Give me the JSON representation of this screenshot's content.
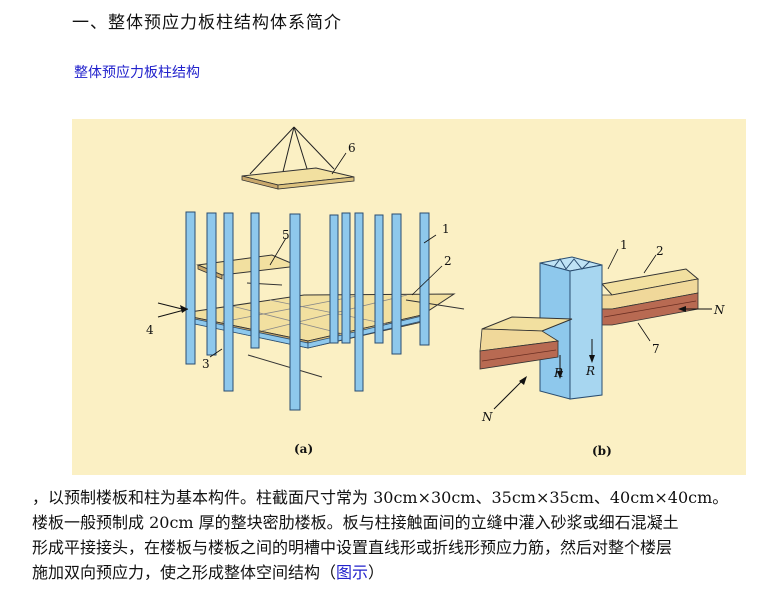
{
  "heading": "一、整体预应力板柱结构体系简介",
  "subheading": "整体预应力板柱结构",
  "figure": {
    "caption_a": "(a)",
    "caption_b": "(b)",
    "labels_a": [
      "1",
      "2",
      "3",
      "4",
      "5",
      "6"
    ],
    "labels_b": [
      "1",
      "2",
      "7"
    ],
    "force_n": "N",
    "force_r": "R",
    "colors": {
      "background": "#fbf0c4",
      "column": "#8ec8ec",
      "slab": "#f2e0a0",
      "brick": "#b86a52"
    }
  },
  "paragraph": {
    "line1": "，以预制楼板和柱为基本构件。柱截面尺寸常为 30cm×30cm、35cm×35cm、40cm×40cm。",
    "line2": "楼板一般预制成 20cm 厚的整块密肋楼板。板与柱接触面间的立缝中灌入砂浆或细石混凝土",
    "line3": "形成平接接头，在楼板与楼板之间的明槽中设置直线形或折线形预应力筋，然后对整个楼层",
    "line4_pre": "施加双向预应力，使之形成整体空间结构（",
    "line4_link": "图示",
    "line4_post": "）"
  }
}
